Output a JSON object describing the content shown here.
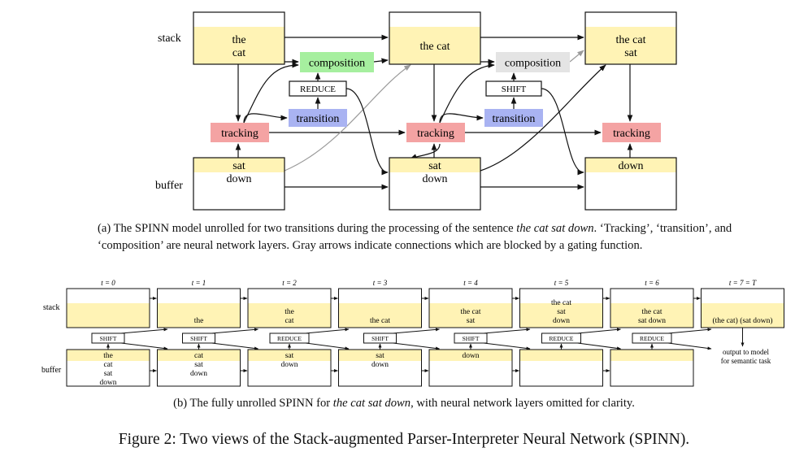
{
  "figure_a": {
    "row_labels": {
      "stack": "stack",
      "buffer": "buffer"
    },
    "stack_boxes": [
      {
        "lines": [
          "the",
          "cat"
        ]
      },
      {
        "lines": [
          "the cat"
        ]
      },
      {
        "lines": [
          "the cat",
          "sat"
        ]
      }
    ],
    "buffer_boxes": [
      {
        "lines": [
          "sat",
          "down"
        ]
      },
      {
        "lines": [
          "sat",
          "down"
        ]
      },
      {
        "lines": [
          "down"
        ]
      }
    ],
    "layers": {
      "tracking": "tracking",
      "transition": "transition",
      "composition": "composition"
    },
    "ops": [
      "REDUCE",
      "SHIFT"
    ],
    "colors": {
      "tracking": "#f4a3a3",
      "transition": "#a9b3f2",
      "composition_active": "#a6ef9f",
      "composition_blocked": "#e4e4e4",
      "box_fill": "#fff3b5",
      "gated_arrow": "#9a9a9a"
    },
    "caption": {
      "prefix": "(a) The SPINN model unrolled for two transitions during the processing of the sentence ",
      "sentence": "the cat sat down",
      "suffix": ".  ‘Tracking’, ‘transition’, and ‘composition’ are neural network layers. Gray arrows indicate connections which are blocked by a gating function."
    }
  },
  "figure_b": {
    "row_labels": {
      "stack": "stack",
      "buffer": "buffer"
    },
    "timesteps": [
      {
        "label": "t = 0",
        "stack": [],
        "op": "SHIFT",
        "buffer": [
          "the",
          "cat",
          "sat",
          "down"
        ]
      },
      {
        "label": "t = 1",
        "stack": [
          "the"
        ],
        "op": "SHIFT",
        "buffer": [
          "cat",
          "sat",
          "down"
        ]
      },
      {
        "label": "t = 2",
        "stack": [
          "the",
          "cat"
        ],
        "op": "REDUCE",
        "buffer": [
          "sat",
          "down"
        ]
      },
      {
        "label": "t = 3",
        "stack": [
          "the cat"
        ],
        "op": "SHIFT",
        "buffer": [
          "sat",
          "down"
        ]
      },
      {
        "label": "t = 4",
        "stack": [
          "the cat",
          "sat"
        ],
        "op": "SHIFT",
        "buffer": [
          "down"
        ]
      },
      {
        "label": "t = 5",
        "stack": [
          "the cat",
          "sat",
          "down"
        ],
        "op": "REDUCE",
        "buffer": []
      },
      {
        "label": "t = 6",
        "stack": [
          "the cat",
          "sat down"
        ],
        "op": "REDUCE",
        "buffer": []
      },
      {
        "label": "t = 7 = T",
        "stack": [
          "(the cat) (sat down)"
        ],
        "op": "",
        "buffer": []
      }
    ],
    "output_note": [
      "output to model",
      "for semantic task"
    ],
    "caption": {
      "prefix": "(b) The fully unrolled SPINN for ",
      "sentence": "the cat sat down",
      "suffix": ", with neural network layers omitted for clarity."
    }
  },
  "figure_caption": "Figure 2:  Two views of the Stack-augmented Parser-Interpreter Neural Network (SPINN)."
}
